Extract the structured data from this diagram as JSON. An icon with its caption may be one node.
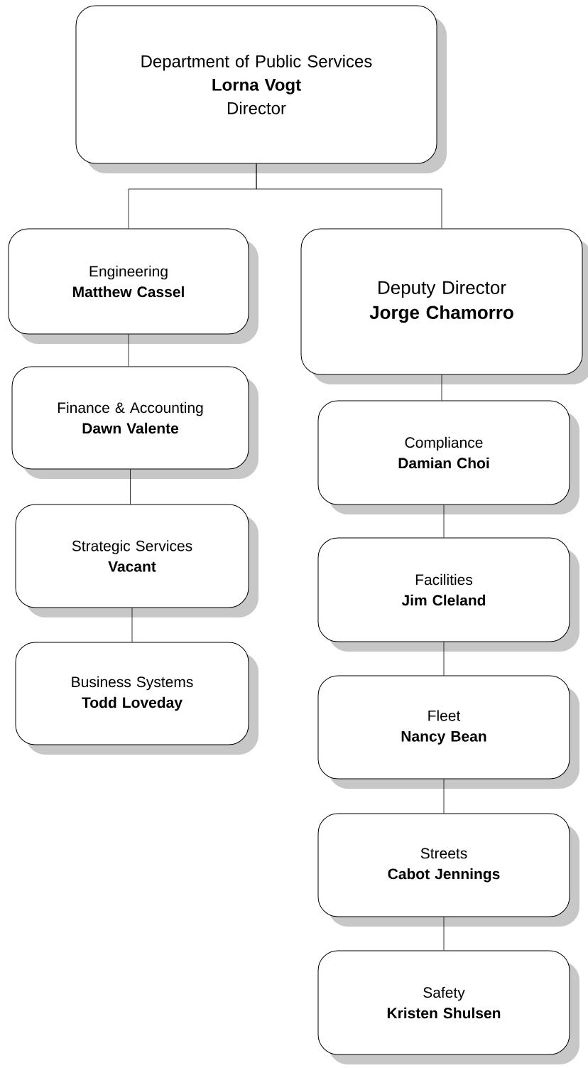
{
  "diagram": {
    "nodes": [
      {
        "text": [
          "Department of Public Services",
          "Lorna Vogt",
          "Director"
        ]
      },
      {
        "text": [
          "Engineering",
          "Matthew Cassel"
        ]
      },
      {
        "text": [
          "Deputy Director",
          "Jorge Chamorro"
        ]
      },
      {
        "text": [
          "Finance & Accounting",
          "Dawn Valente"
        ]
      },
      {
        "text": [
          "Strategic Services",
          "Vacant"
        ]
      },
      {
        "text": [
          "Business Systems",
          "Todd Loveday"
        ]
      },
      {
        "text": [
          "Compliance",
          "Damian Choi"
        ]
      },
      {
        "text": [
          "Facilities",
          "Jim Cleland"
        ]
      },
      {
        "text": [
          "Fleet",
          "Nancy Bean"
        ]
      },
      {
        "text": [
          "Streets",
          "Cabot Jennings"
        ]
      },
      {
        "text": [
          "Safety",
          "Kristen Shulsen"
        ]
      }
    ],
    "edges": [
      {
        "from": 0,
        "to": 1,
        "arrow": "none"
      },
      {
        "from": 0,
        "to": 2,
        "arrow": "none"
      },
      {
        "from": 1,
        "to": 3,
        "arrow": "none"
      },
      {
        "from": 3,
        "to": 4,
        "arrow": "none"
      },
      {
        "from": 4,
        "to": 5,
        "arrow": "none"
      },
      {
        "from": 2,
        "to": 6,
        "arrow": "none"
      },
      {
        "from": 6,
        "to": 7,
        "arrow": "none"
      },
      {
        "from": 7,
        "to": 8,
        "arrow": "none"
      },
      {
        "from": 8,
        "to": 9,
        "arrow": "none"
      },
      {
        "from": 9,
        "to": 10,
        "arrow": "none"
      }
    ]
  }
}
